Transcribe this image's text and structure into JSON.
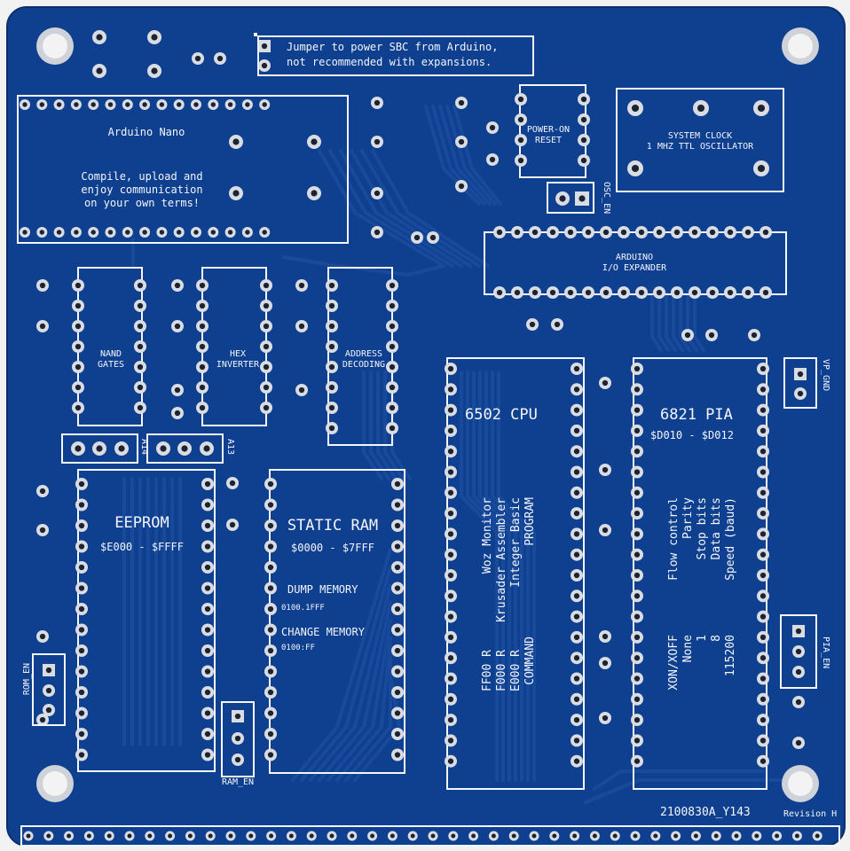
{
  "board": {
    "colors": {
      "pcb": "#0f3f8f",
      "pcb_dark": "#0b3478",
      "trace": "#184a9c",
      "silk": "#f4f6fb",
      "pad": "#d9dde3",
      "hole": "#1b2430"
    },
    "jumper_note": [
      "Jumper to power SBC from Arduino,",
      "not recommended with expansions."
    ],
    "arduino": {
      "title": "Arduino Nano",
      "text": [
        "Compile, upload and",
        "enjoy communication",
        "on your own terms!"
      ]
    },
    "power_on_reset": [
      "POWER-ON",
      "RESET"
    ],
    "system_clock": [
      "SYSTEM CLOCK",
      "1 MHZ TTL OSCILLATOR"
    ],
    "osc_en": "OSC_EN",
    "io_expander": [
      "ARDUINO",
      "I/O EXPANDER"
    ],
    "nand_gates": [
      "NAND",
      "GATES"
    ],
    "hex_inverter": [
      "HEX",
      "INVERTER"
    ],
    "address_decoding": [
      "ADDRESS",
      "DECODING"
    ],
    "cpu": "6502 CPU",
    "pia": {
      "title": "6821 PIA",
      "range": "$D010 - $D012"
    },
    "vp_gnd": "VP_GND",
    "a14": "A14",
    "a13": "A13",
    "eeprom": {
      "title": "EEPROM",
      "range": "$E000 - $FFFF"
    },
    "ram": {
      "title": "STATIC RAM",
      "range": "$0000 - $7FFF",
      "dump": "DUMP MEMORY",
      "dump_cmd": "0100.1FFF",
      "change": "CHANGE MEMORY",
      "change_cmd": "0100:FF"
    },
    "programs": {
      "header_program": "PROGRAM",
      "header_command": "COMMAND",
      "rows": [
        [
          "Integer Basic",
          "E000 R"
        ],
        [
          "Krusader Assembler",
          "F000 R"
        ],
        [
          "Woz Monitor",
          "FF00 R"
        ]
      ]
    },
    "serial": {
      "labels": [
        "Speed (baud)",
        "Data bits",
        "Stop bits",
        "Parity",
        "Flow control"
      ],
      "values": [
        "115200",
        "8",
        "1",
        "None",
        "XON/XOFF"
      ]
    },
    "pia_en": "PIA_EN",
    "rom_en": "ROM_EN",
    "ram_en": "RAM_EN",
    "part_number": "2100830A_Y143",
    "revision": "Revision H"
  }
}
